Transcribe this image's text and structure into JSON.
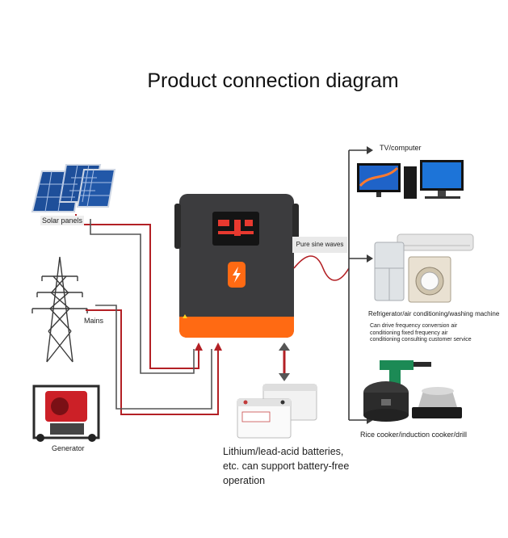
{
  "title": "Product connection diagram",
  "labels": {
    "solar": "Solar panels",
    "mains": "Mains",
    "generator": "Generator",
    "sine": "Pure sine waves",
    "tv": "TV/computer",
    "fridge": "Refrigerator/air conditioning/washing machine",
    "note": "Can drive frequency conversion air conditioning fixed frequency air conditioning consulting customer service",
    "cooker": "Rice cooker/induction cooker/drill",
    "battery": "Lithium/lead-acid batteries, etc. can support battery-free operation"
  },
  "colors": {
    "wire_red": "#b32025",
    "wire_dark": "#333333",
    "inverter_body": "#3c3c3e",
    "inverter_accent": "#ff6a13",
    "card_bg": "#f6f6f6"
  }
}
